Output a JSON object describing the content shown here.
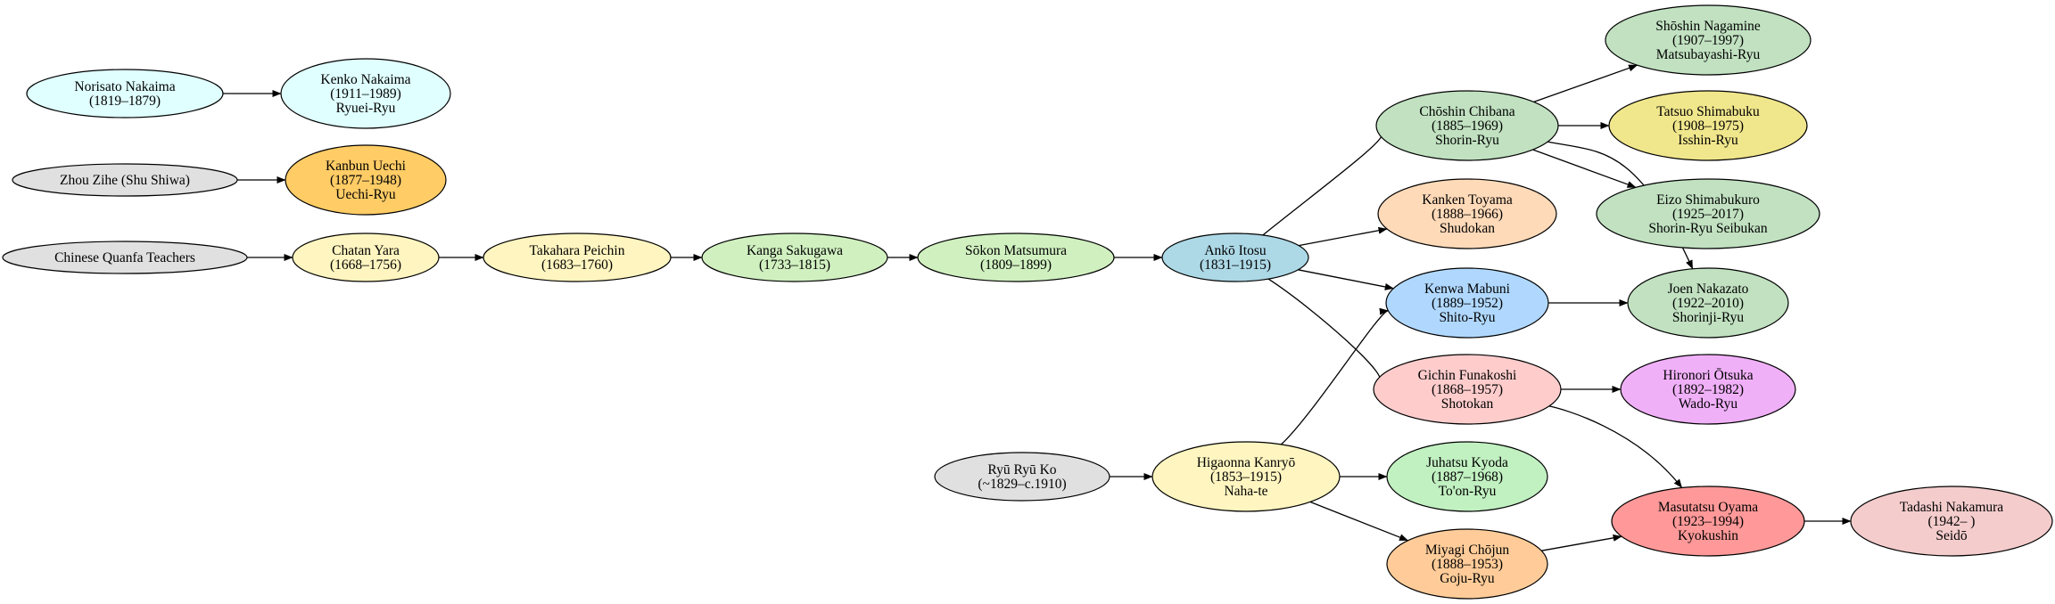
{
  "nodes": [
    {
      "id": "norisato",
      "lines": [
        "Norisato Nakaima",
        "(1819–1879)"
      ],
      "fill": "#e0ffff"
    },
    {
      "id": "kenko",
      "lines": [
        "Kenko Nakaima",
        "(1911–1989)",
        "Ryuei-Ryu"
      ],
      "fill": "#e0ffff"
    },
    {
      "id": "zhou",
      "lines": [
        "Zhou Zihe (Shu Shiwa)"
      ],
      "fill": "#e0e0e0"
    },
    {
      "id": "kanbun",
      "lines": [
        "Kanbun Uechi",
        "(1877–1948)",
        "Uechi-Ryu"
      ],
      "fill": "#ffcc66"
    },
    {
      "id": "quanfa",
      "lines": [
        "Chinese Quanfa Teachers"
      ],
      "fill": "#e0e0e0"
    },
    {
      "id": "chatan",
      "lines": [
        "Chatan Yara",
        "(1668–1756)"
      ],
      "fill": "#fff5c0"
    },
    {
      "id": "takahara",
      "lines": [
        "Takahara Peichin",
        "(1683–1760)"
      ],
      "fill": "#fff5c0"
    },
    {
      "id": "kanga",
      "lines": [
        "Kanga Sakugawa",
        "(1733–1815)"
      ],
      "fill": "#d0f0c0"
    },
    {
      "id": "sokon",
      "lines": [
        "Sōkon Matsumura",
        "(1809–1899)"
      ],
      "fill": "#d0f0c0"
    },
    {
      "id": "anko",
      "lines": [
        "Ankō Itosu",
        "(1831–1915)"
      ],
      "fill": "#add8e6"
    },
    {
      "id": "choshin",
      "lines": [
        "Chōshin Chibana",
        "(1885–1969)",
        "Shorin-Ryu"
      ],
      "fill": "#c1e1c1"
    },
    {
      "id": "shoshin",
      "lines": [
        "Shōshin Nagamine",
        "(1907–1997)",
        "Matsubayashi-Ryu"
      ],
      "fill": "#c1e1c1"
    },
    {
      "id": "tatsuo",
      "lines": [
        "Tatsuo Shimabuku",
        "(1908–1975)",
        "Isshin-Ryu"
      ],
      "fill": "#f0e68c"
    },
    {
      "id": "eizo",
      "lines": [
        "Eizo Shimabukuro",
        "(1925–2017)",
        "Shorin-Ryu Seibukan"
      ],
      "fill": "#c1e1c1"
    },
    {
      "id": "kanken",
      "lines": [
        "Kanken Toyama",
        "(1888–1966)",
        "Shudokan"
      ],
      "fill": "#ffdab9"
    },
    {
      "id": "kenwa",
      "lines": [
        "Kenwa Mabuni",
        "(1889–1952)",
        "Shito-Ryu"
      ],
      "fill": "#b0d8ff"
    },
    {
      "id": "joen",
      "lines": [
        "Joen Nakazato",
        "(1922–2010)",
        "Shorinji-Ryu"
      ],
      "fill": "#c1e1c1"
    },
    {
      "id": "gichin",
      "lines": [
        "Gichin Funakoshi",
        "(1868–1957)",
        "Shotokan"
      ],
      "fill": "#ffcccc"
    },
    {
      "id": "hironori",
      "lines": [
        "Hironori Ōtsuka",
        "(1892–1982)",
        "Wado-Ryu"
      ],
      "fill": "#f0b0f8"
    },
    {
      "id": "ryuko",
      "lines": [
        "Ryū Ryū Ko",
        "(~1829–c.1910)"
      ],
      "fill": "#e0e0e0"
    },
    {
      "id": "higaonna",
      "lines": [
        "Higaonna Kanryō",
        "(1853–1915)",
        "Naha-te"
      ],
      "fill": "#fff5c0"
    },
    {
      "id": "juhatsu",
      "lines": [
        "Juhatsu Kyoda",
        "(1887–1968)",
        "To'on-Ryu"
      ],
      "fill": "#c1f0c1"
    },
    {
      "id": "masutatsu",
      "lines": [
        "Masutatsu Oyama",
        "(1923–1994)",
        "Kyokushin"
      ],
      "fill": "#ff9999"
    },
    {
      "id": "tadashi",
      "lines": [
        "Tadashi Nakamura",
        "(1942– )",
        "Seidō"
      ],
      "fill": "#f4cccc"
    },
    {
      "id": "miyagi",
      "lines": [
        "Miyagi Chōjun",
        "(1888–1953)",
        "Goju-Ryu"
      ],
      "fill": "#ffcc99"
    }
  ],
  "edges": [
    [
      "norisato",
      "kenko"
    ],
    [
      "zhou",
      "kanbun"
    ],
    [
      "quanfa",
      "chatan"
    ],
    [
      "chatan",
      "takahara"
    ],
    [
      "takahara",
      "kanga"
    ],
    [
      "kanga",
      "sokon"
    ],
    [
      "sokon",
      "anko"
    ],
    [
      "anko",
      "choshin"
    ],
    [
      "anko",
      "kanken"
    ],
    [
      "anko",
      "kenwa"
    ],
    [
      "anko",
      "gichin"
    ],
    [
      "choshin",
      "shoshin"
    ],
    [
      "choshin",
      "tatsuo"
    ],
    [
      "choshin",
      "eizo"
    ],
    [
      "choshin",
      "joen"
    ],
    [
      "kenwa",
      "joen"
    ],
    [
      "gichin",
      "hironori"
    ],
    [
      "gichin",
      "masutatsu"
    ],
    [
      "ryuko",
      "higaonna"
    ],
    [
      "higaonna",
      "kenwa"
    ],
    [
      "higaonna",
      "juhatsu"
    ],
    [
      "higaonna",
      "miyagi"
    ],
    [
      "miyagi",
      "masutatsu"
    ],
    [
      "masutatsu",
      "tadashi"
    ]
  ]
}
